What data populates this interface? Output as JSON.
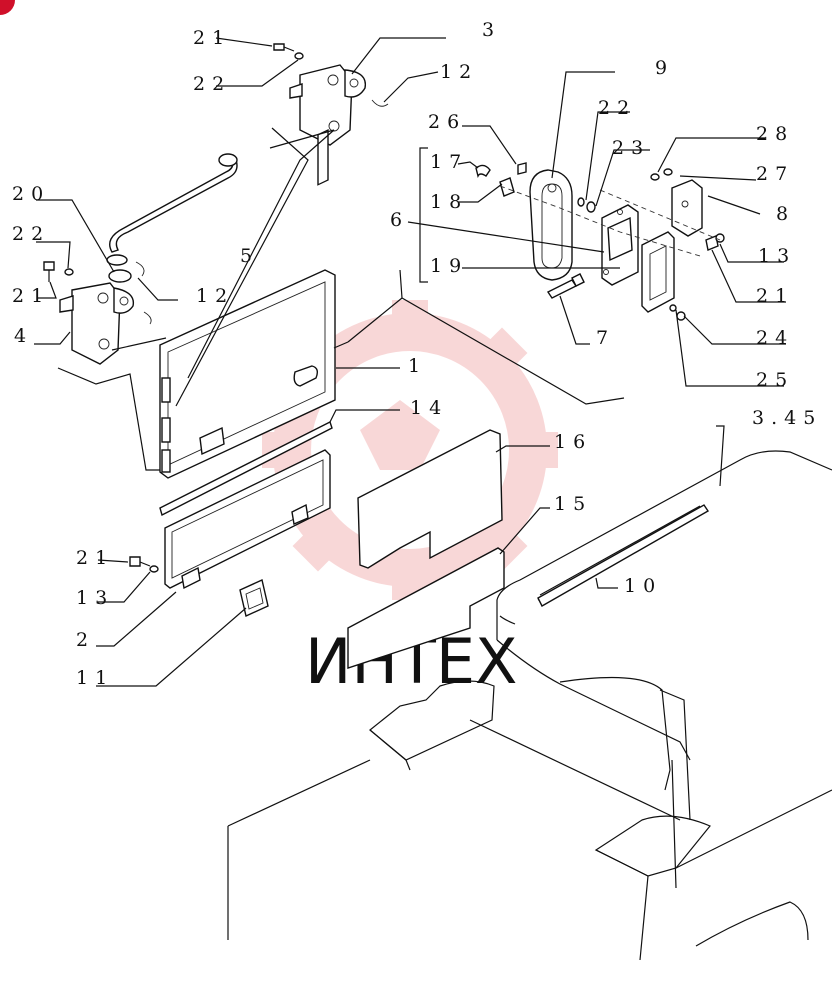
{
  "colors": {
    "ink": "#111111",
    "watermark": "#f4b8b8",
    "watermark_text": "#dcdcdc",
    "corner_badge": "#d0102a"
  },
  "watermark": {
    "logo_icon": "gear-logo-icon",
    "text": "ИНТЕХ"
  },
  "labels": [
    {
      "id": "l3",
      "text": "3"
    },
    {
      "id": "l21a",
      "text": "21"
    },
    {
      "id": "l22a",
      "text": "22"
    },
    {
      "id": "l12a",
      "text": "12"
    },
    {
      "id": "l9",
      "text": "9"
    },
    {
      "id": "l26",
      "text": "26"
    },
    {
      "id": "l22b",
      "text": "22"
    },
    {
      "id": "l28",
      "text": "28"
    },
    {
      "id": "l17",
      "text": "17"
    },
    {
      "id": "l23",
      "text": "23"
    },
    {
      "id": "l27",
      "text": "27"
    },
    {
      "id": "l20",
      "text": "20"
    },
    {
      "id": "l18",
      "text": "18"
    },
    {
      "id": "l8",
      "text": "8"
    },
    {
      "id": "l22c",
      "text": "22"
    },
    {
      "id": "l6",
      "text": "6"
    },
    {
      "id": "l13a",
      "text": "13"
    },
    {
      "id": "l5",
      "text": "5"
    },
    {
      "id": "l19",
      "text": "19"
    },
    {
      "id": "l21b",
      "text": "21"
    },
    {
      "id": "l12b",
      "text": "12"
    },
    {
      "id": "l21c",
      "text": "21"
    },
    {
      "id": "l4",
      "text": "4"
    },
    {
      "id": "l7",
      "text": "7"
    },
    {
      "id": "l24",
      "text": "24"
    },
    {
      "id": "l1",
      "text": "1"
    },
    {
      "id": "l25",
      "text": "25"
    },
    {
      "id": "l14",
      "text": "14"
    },
    {
      "id": "l345",
      "text": "3.45"
    },
    {
      "id": "l16",
      "text": "16"
    },
    {
      "id": "l15",
      "text": "15"
    },
    {
      "id": "l21d",
      "text": "21"
    },
    {
      "id": "l10",
      "text": "10"
    },
    {
      "id": "l13b",
      "text": "13"
    },
    {
      "id": "l2",
      "text": "2"
    },
    {
      "id": "l11",
      "text": "11"
    }
  ]
}
